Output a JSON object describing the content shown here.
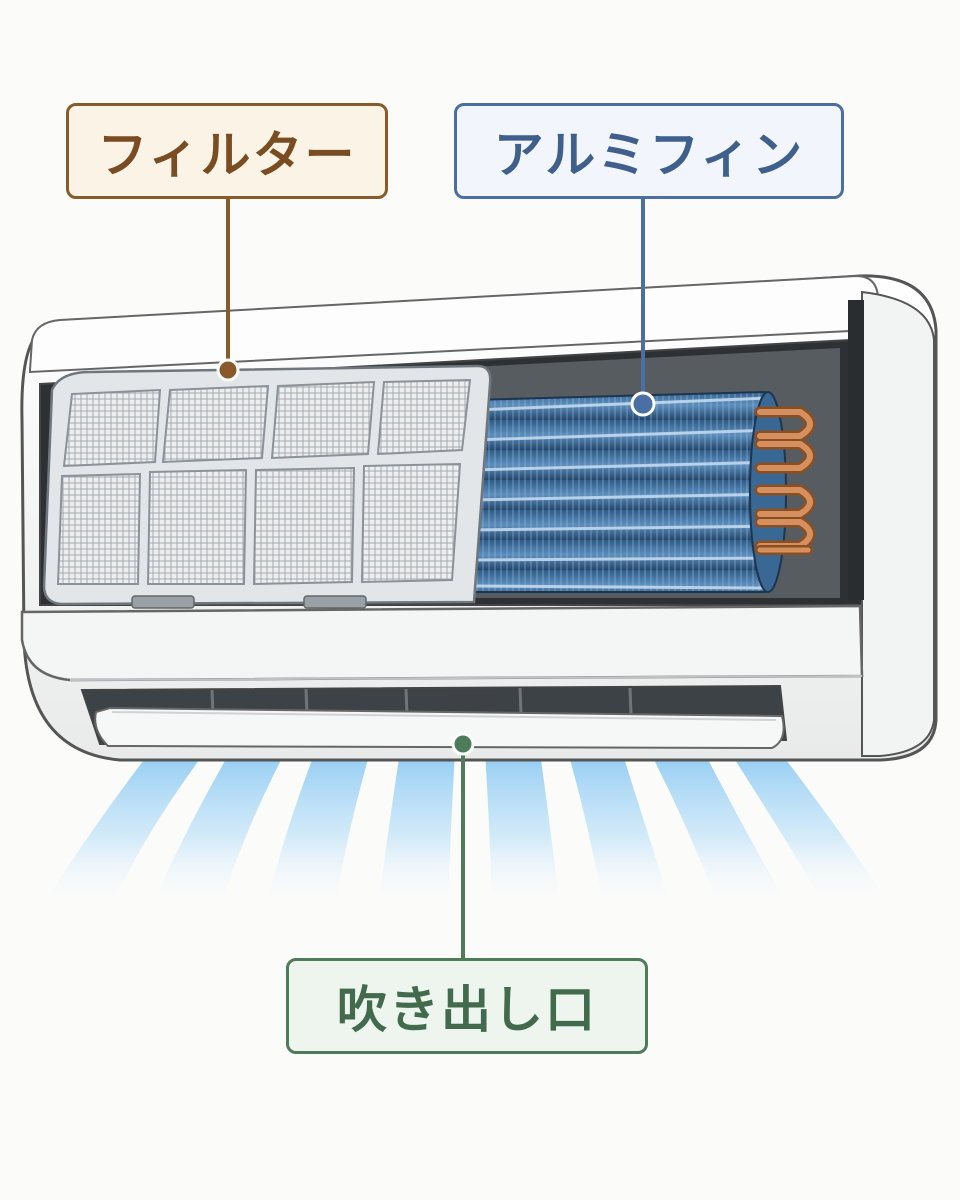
{
  "labels": {
    "filter": "フィルター",
    "fin": "アルミフィン",
    "outlet": "吹き出し口"
  },
  "colors": {
    "filter": "#8b5a2b",
    "filter_bg": "#fbf3e6",
    "fin": "#4a6fa5",
    "fin_bg": "#f2f6fc",
    "outlet": "#4e7b5a",
    "outlet_bg": "#eef4ee",
    "body": "#f7f7f7",
    "outline": "#555555",
    "copper": "#c07a42",
    "airflow": "#9fd2f4"
  }
}
